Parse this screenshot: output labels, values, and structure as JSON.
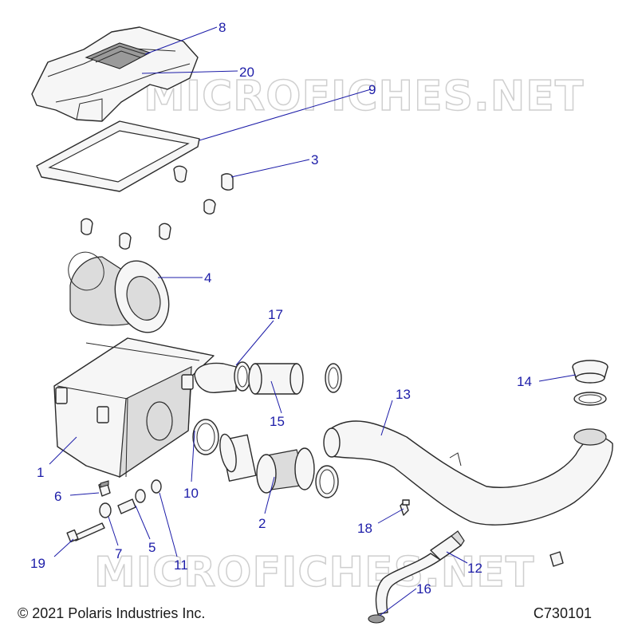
{
  "watermark": {
    "text": "MICROFICHES.NET"
  },
  "footer": {
    "copyright": "© 2021 Polaris Industries Inc.",
    "drawing_number": "C730101"
  },
  "callouts": [
    "1",
    "2",
    "3",
    "4",
    "5",
    "6",
    "7",
    "8",
    "9",
    "10",
    "11",
    "12",
    "13",
    "14",
    "15",
    "16",
    "17",
    "18",
    "19",
    "20"
  ],
  "colors": {
    "callout": "#1c1ca8",
    "line_art": "#2a2a2a",
    "watermark": "#cfcfcf"
  }
}
